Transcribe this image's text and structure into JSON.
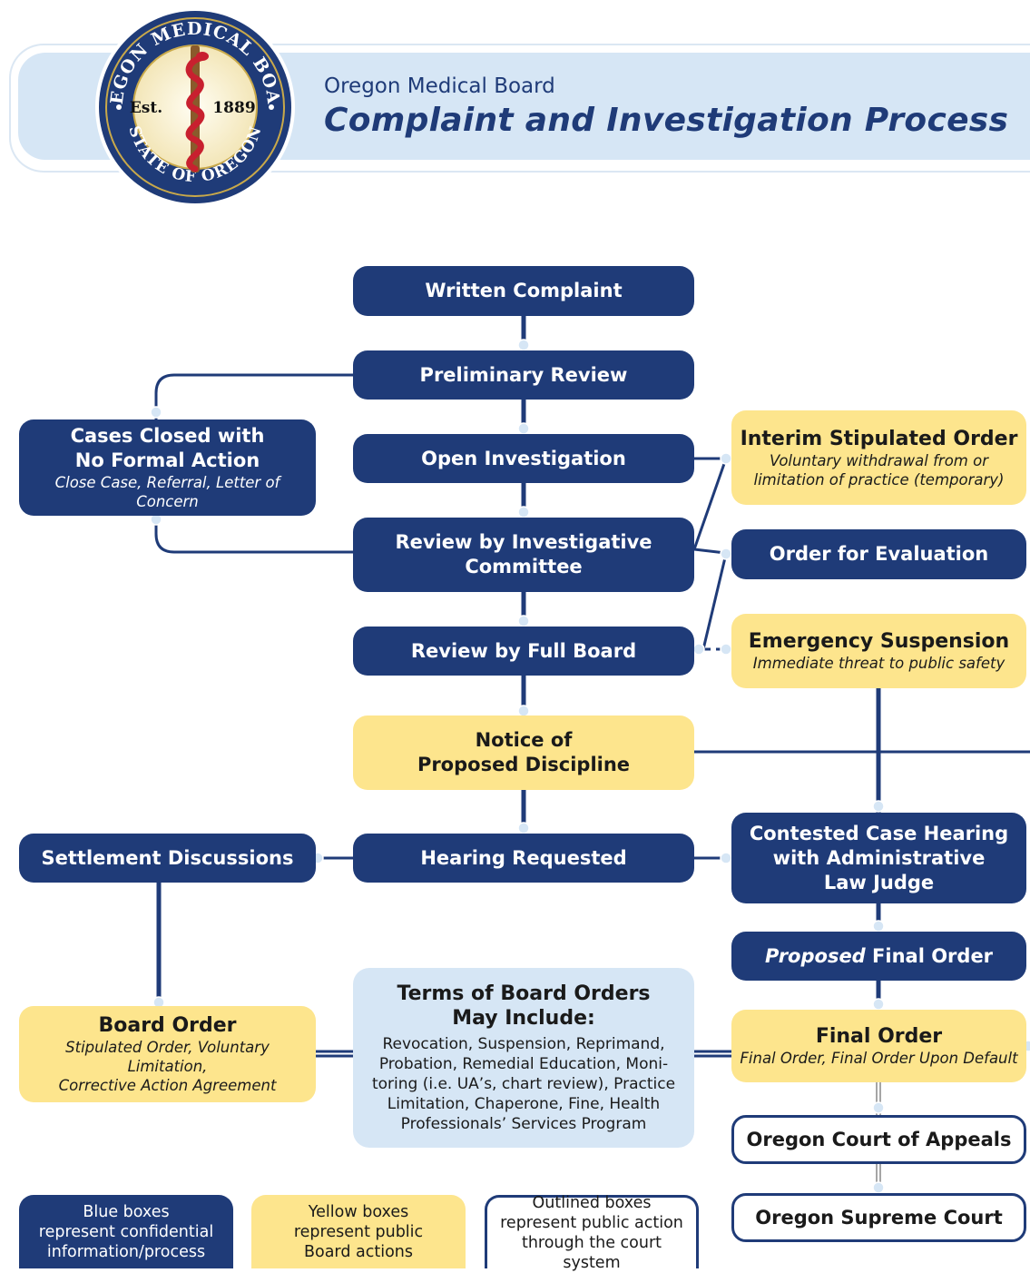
{
  "header": {
    "org_name": "Oregon Medical Board",
    "title": "Complaint and Investigation Process"
  },
  "seal": {
    "top_text": "OREGON MEDICAL BOARD",
    "bottom_text": "STATE OF OREGON",
    "est_label": "Est.",
    "year": "1889"
  },
  "colors": {
    "confidential_blue": "#1f3b78",
    "public_yellow": "#fde58d",
    "info_light_blue": "#d6e6f5"
  },
  "nodes": {
    "written_complaint": {
      "title": "Written Complaint"
    },
    "preliminary_review": {
      "title": "Preliminary Review"
    },
    "open_investigation": {
      "title": "Open Investigation"
    },
    "review_investigative": {
      "title_line1": "Review by Investigative",
      "title_line2": "Committee"
    },
    "review_full_board": {
      "title": "Review by Full Board"
    },
    "notice_proposed": {
      "title_line1": "Notice of",
      "title_line2": "Proposed Discipline"
    },
    "hearing_requested": {
      "title": "Hearing Requested"
    },
    "cases_closed": {
      "title_line1": "Cases Closed with",
      "title_line2": "No Formal Action",
      "subtitle": "Close Case, Referral, Letter of Concern"
    },
    "settlement": {
      "title": "Settlement Discussions"
    },
    "board_order": {
      "title": "Board Order",
      "subtitle_line1": "Stipulated Order, Voluntary Limitation,",
      "subtitle_line2": "Corrective Action Agreement"
    },
    "interim_order": {
      "title": "Interim Stipulated Order",
      "subtitle_line1": "Voluntary withdrawal from or",
      "subtitle_line2": "limitation of practice (temporary)"
    },
    "order_evaluation": {
      "title": "Order for Evaluation"
    },
    "emergency_suspension": {
      "title": "Emergency Suspension",
      "subtitle": "Immediate threat to public safety"
    },
    "contested_hearing": {
      "title_line1": "Contested Case Hearing",
      "title_line2": "with Administrative",
      "title_line3": "Law Judge"
    },
    "proposed_final": {
      "italic_part": "Proposed",
      "rest": " Final Order"
    },
    "final_order": {
      "title": "Final Order",
      "subtitle": "Final Order, Final Order Upon Default"
    },
    "court_appeals": {
      "title": "Oregon Court of Appeals"
    },
    "supreme_court": {
      "title": "Oregon Supreme Court"
    },
    "terms": {
      "title_line1": "Terms of Board Orders",
      "title_line2": "May Include:",
      "body_lines": [
        "Revocation, Suspension, Reprimand,",
        "Probation, Remedial Education, Moni-",
        "toring (i.e. UA’s, chart review), Practice",
        "Limitation, Chaperone, Fine, Health",
        "Professionals’ Services Program"
      ]
    }
  },
  "legend": {
    "blue": {
      "line1": "Blue boxes",
      "line2": "represent confidential",
      "line3": "information/process"
    },
    "yellow": {
      "line1": "Yellow boxes",
      "line2": "represent public",
      "line3": "Board actions"
    },
    "outlined": {
      "line1": "Outlined boxes",
      "line2": "represent public action",
      "line3": "through the court system"
    }
  }
}
